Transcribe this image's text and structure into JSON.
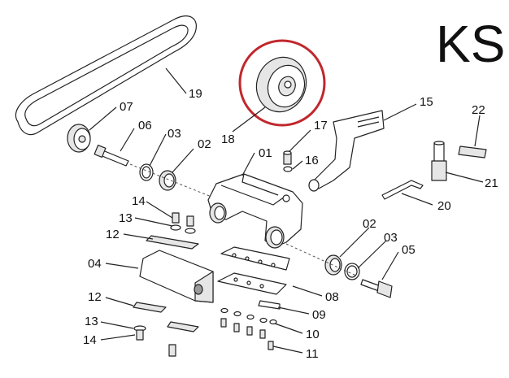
{
  "brand": "KS",
  "highlight_color": "#c0282d",
  "labels": {
    "p01": "01",
    "p02a": "02",
    "p02b": "02",
    "p03a": "03",
    "p03b": "03",
    "p04": "04",
    "p05": "05",
    "p06": "06",
    "p07": "07",
    "p08": "08",
    "p09": "09",
    "p10": "10",
    "p11": "11",
    "p12a": "12",
    "p12b": "12",
    "p13a": "13",
    "p13b": "13",
    "p14a": "14",
    "p14b": "14",
    "p15": "15",
    "p16": "16",
    "p17": "17",
    "p18": "18",
    "p19": "19",
    "p20": "20",
    "p21": "21",
    "p22": "22"
  }
}
